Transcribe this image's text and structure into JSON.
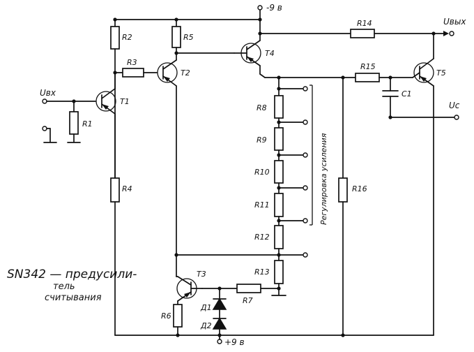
{
  "labels": {
    "supply_minus": "-9 в",
    "supply_plus": "+9 в",
    "input": "Uвх",
    "output": "Uвых",
    "output_c": "Uс",
    "gain_control": "Регулировка усиления"
  },
  "transistors": {
    "t1": "T1",
    "t2": "T2",
    "t3": "T3",
    "t4": "T4",
    "t5": "T5"
  },
  "resistors": {
    "r1": "R1",
    "r2": "R2",
    "r3": "R3",
    "r4": "R4",
    "r5": "R5",
    "r6": "R6",
    "r7": "R7",
    "r8": "R8",
    "r9": "R9",
    "r10": "R10",
    "r11": "R11",
    "r12": "R12",
    "r13": "R13",
    "r14": "R14",
    "r15": "R15",
    "r16": "R16"
  },
  "capacitors": {
    "c1": "C1"
  },
  "diodes": {
    "d1": "Д1",
    "d2": "Д2"
  },
  "caption": {
    "line1": "SN342 — предусили-",
    "line2": "тель",
    "line3": "считывания"
  }
}
